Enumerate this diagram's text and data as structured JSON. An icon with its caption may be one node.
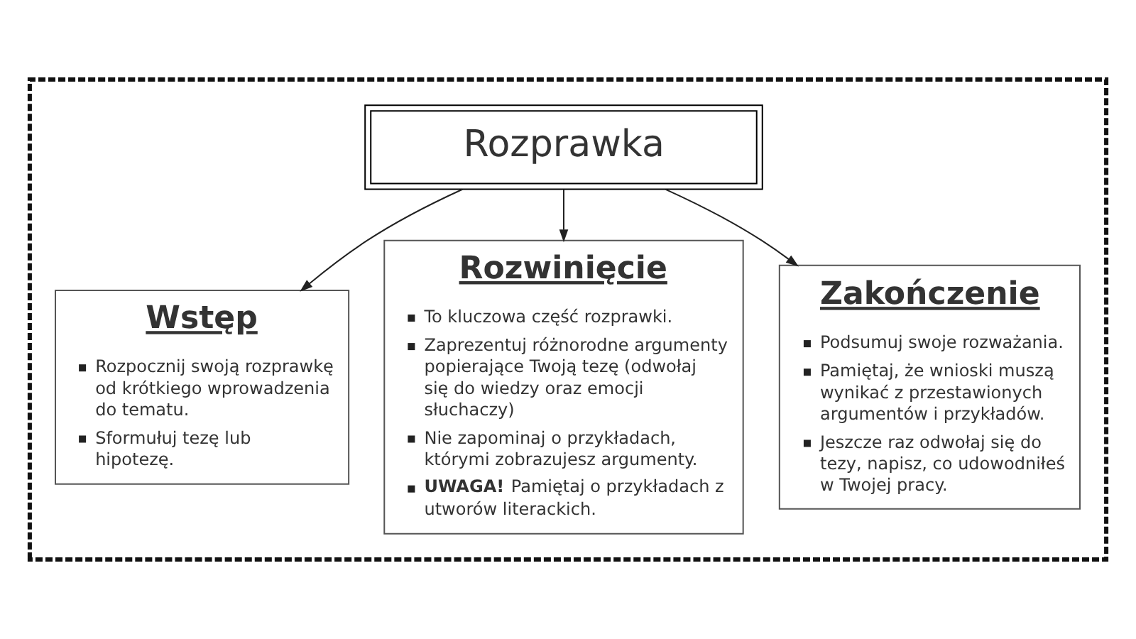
{
  "diagram": {
    "nodes": [
      {
        "text": [],
        "shape": "box"
      },
      {
        "text": [
          "Rozprawka"
        ],
        "in": 0
      },
      {
        "text": [
          "Wstęp",
          "Rozpocznij swoją rozprawkę od krótkiego wprowadzenia do tematu.",
          "Sformułuj tezę lub hipotezę."
        ],
        "in": 0
      },
      {
        "text": [
          "Rozwinięcie",
          "To kluczowa część rozprawki.",
          "Zaprezentuj różnorodne argumenty popierające Twoją tezę (odwołaj się do wiedzy oraz emocji słuchaczy)",
          "Nie zapominaj o przykładach, którymi zobrazujesz argumenty.",
          "**UWAGA!** Pamiętaj o przykładach z utworów literackich."
        ],
        "in": 0
      },
      {
        "text": [
          "Zakończenie",
          "Podsumuj swoje rozważania.",
          "Pamiętaj, że wnioski muszą wynikać z przestawionych argumentów i przykładów.",
          "Jeszcze raz odwołaj się do tezy, napisz, co udowodniłeś w Twojej pracy."
        ],
        "in": 0
      }
    ],
    "edges": [
      {
        "from": 1,
        "to": 2,
        "arrow": "to"
      },
      {
        "from": 1,
        "to": 3,
        "arrow": "to"
      },
      {
        "from": 1,
        "to": 4,
        "arrow": "to"
      }
    ]
  }
}
